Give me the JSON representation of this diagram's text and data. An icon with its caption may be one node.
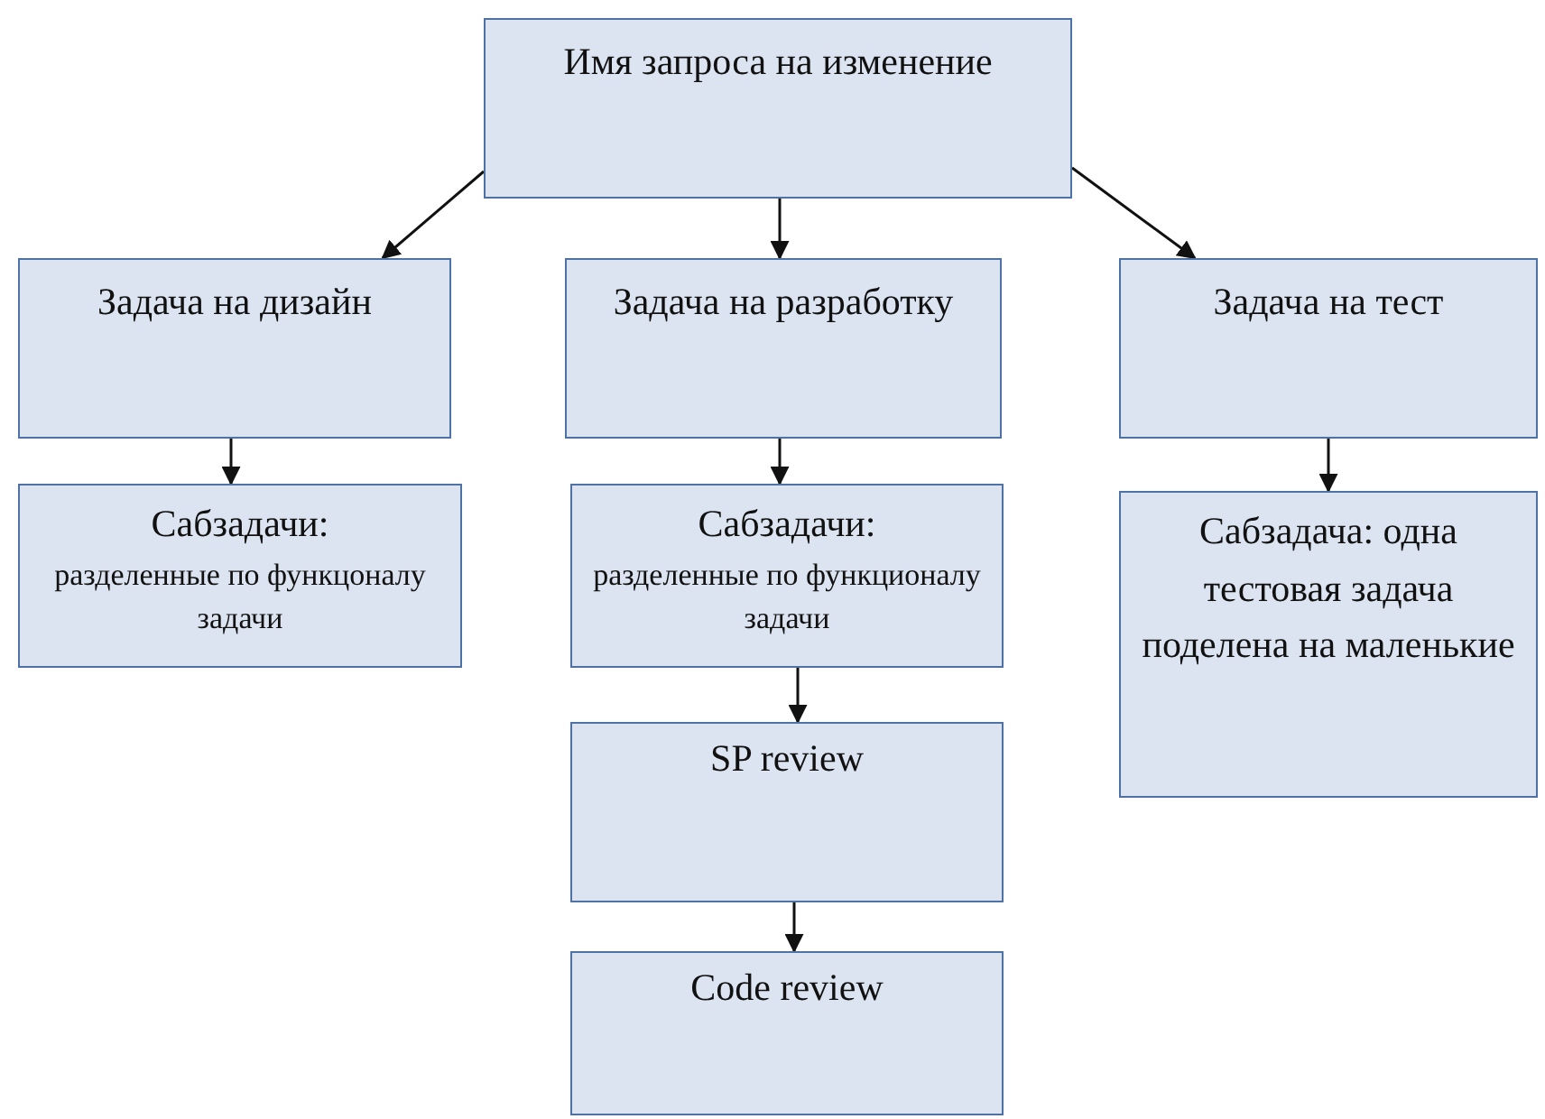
{
  "diagram": {
    "nodes": [
      {
        "text": [
          "Имя запроса на изменение"
        ]
      },
      {
        "text": [
          "Задача на дизайн"
        ]
      },
      {
        "text": [
          "Задача на разработку"
        ]
      },
      {
        "text": [
          "Задача на тест"
        ]
      },
      {
        "text": [
          "Сабзадачи:",
          "разделенные по функцоналу задачи"
        ]
      },
      {
        "text": [
          "Сабзадачи:",
          "разделенные по функционалу задачи"
        ]
      },
      {
        "text": [
          "Сабзадача: одна тестовая задача поделена на маленькие"
        ]
      },
      {
        "text": [
          "SP review"
        ]
      },
      {
        "text": [
          "Code review"
        ]
      }
    ],
    "edges": [
      {
        "from": 0,
        "to": 1,
        "arrow": "to"
      },
      {
        "from": 0,
        "to": 2,
        "arrow": "to"
      },
      {
        "from": 0,
        "to": 3,
        "arrow": "to"
      },
      {
        "from": 1,
        "to": 4,
        "arrow": "to"
      },
      {
        "from": 2,
        "to": 5,
        "arrow": "to"
      },
      {
        "from": 3,
        "to": 6,
        "arrow": "to"
      },
      {
        "from": 5,
        "to": 7,
        "arrow": "to"
      },
      {
        "from": 7,
        "to": 8,
        "arrow": "to"
      }
    ]
  }
}
